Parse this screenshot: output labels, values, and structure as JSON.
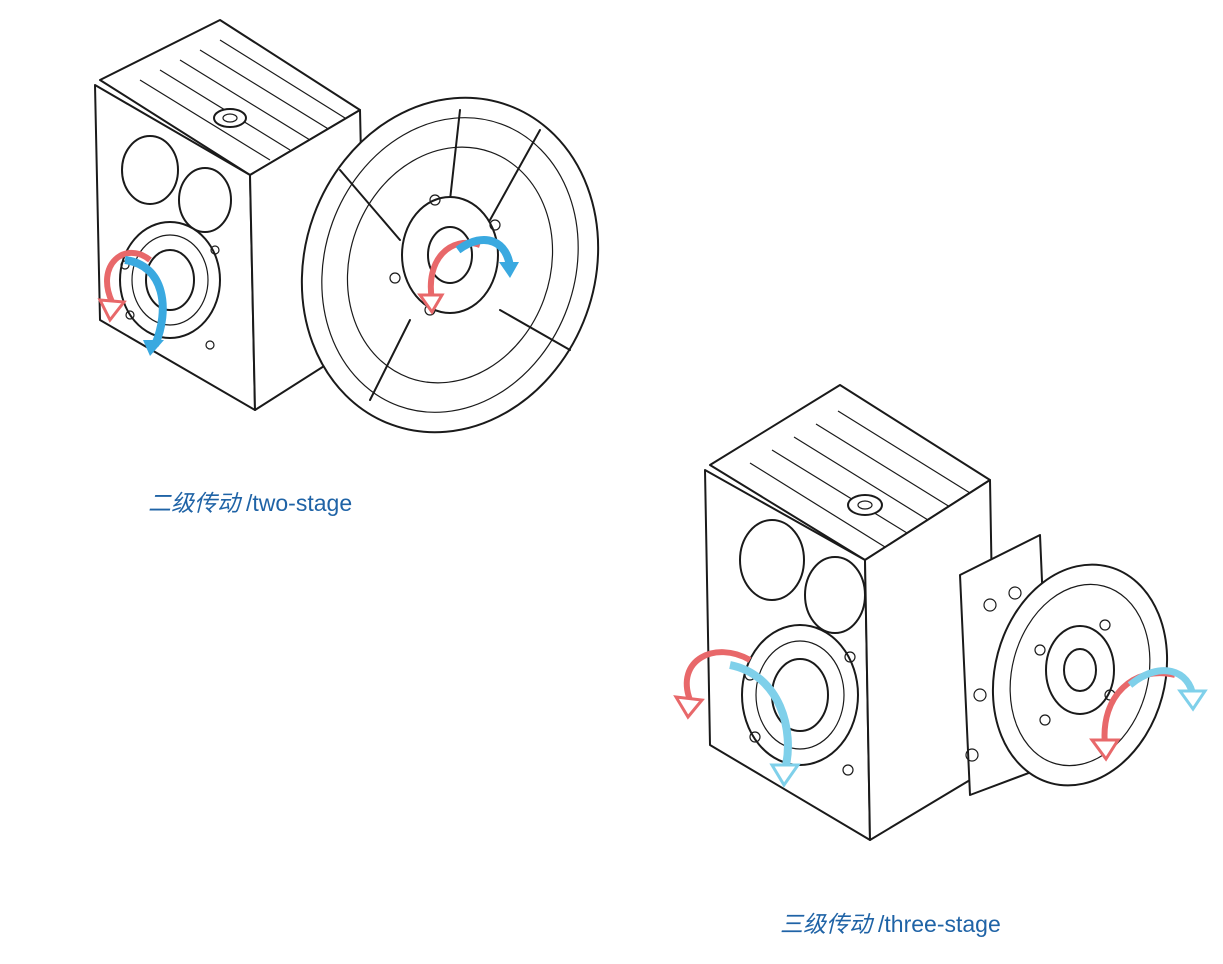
{
  "figures": [
    {
      "id": "two-stage",
      "caption_cn": "二级传动",
      "caption_en": "/two-stage",
      "arrow_colors": {
        "red": "#e8686a",
        "blue": "#3aa9e0"
      }
    },
    {
      "id": "three-stage",
      "caption_cn": "三级传动",
      "caption_en": "/three-stage",
      "arrow_colors": {
        "red": "#e8686a",
        "blue": "#7fd0ea"
      }
    }
  ],
  "caption_color": "#1f63a6"
}
